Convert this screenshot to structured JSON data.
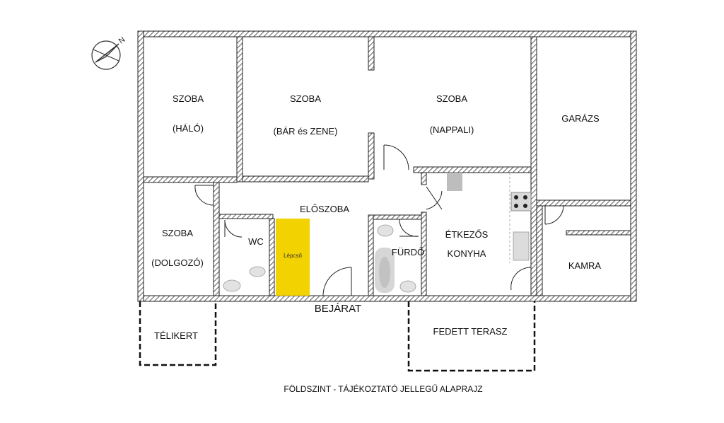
{
  "rooms": {
    "szoba_halo": {
      "name": "SZOBA",
      "sub": "(HÁLÓ)"
    },
    "szoba_bar": {
      "name": "SZOBA",
      "sub": "(BÁR és ZENE)"
    },
    "szoba_nappali": {
      "name": "SZOBA",
      "sub": "(NAPPALI)"
    },
    "garazs": {
      "name": "GARÁZS"
    },
    "eloszoba": {
      "name": "ELŐSZOBA"
    },
    "szoba_dolgozo": {
      "name": "SZOBA",
      "sub": "(DOLGOZÓ)"
    },
    "wc": {
      "name": "WC"
    },
    "lepcso": {
      "name": "Lépcső"
    },
    "furdo": {
      "name": "FÜRDŐ"
    },
    "etkezo": {
      "name": "ÉTKEZŐS",
      "sub": "KONYHA"
    },
    "kamra": {
      "name": "KAMRA"
    }
  },
  "outside": {
    "bejarat": "BEJÁRAT",
    "telikert": "TÉLIKERT",
    "fedett_terasz": "FEDETT TERASZ"
  },
  "compass": {
    "letter": "N"
  },
  "caption": "FÖLDSZINT - TÁJÉKOZTATÓ JELLEGŰ ALAPRAJZ",
  "colors": {
    "stair": "#f2d200",
    "wall": "#444444"
  }
}
